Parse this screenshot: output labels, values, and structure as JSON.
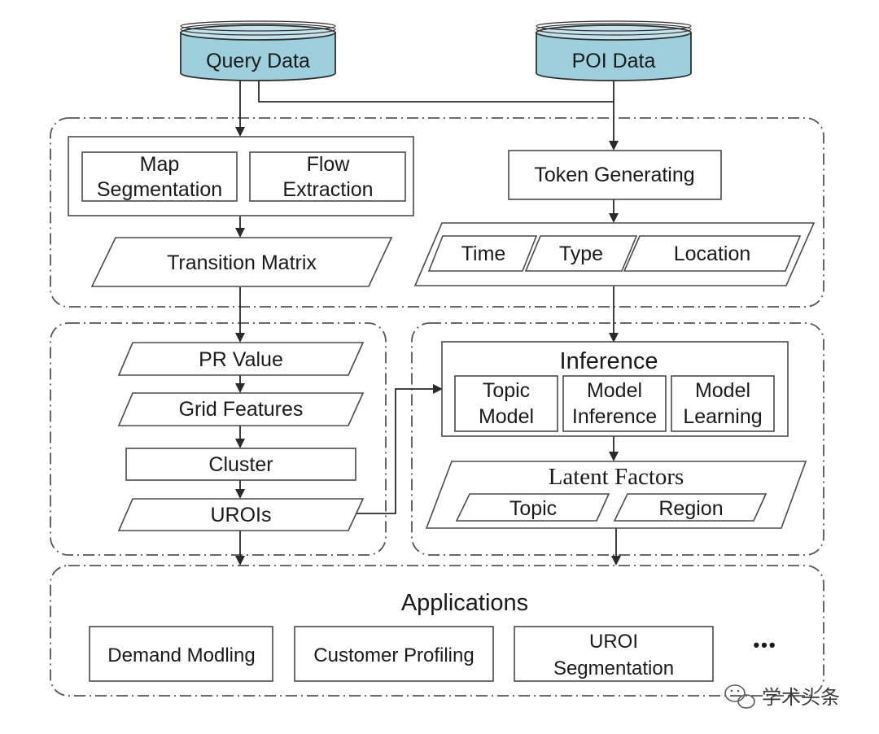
{
  "sources": {
    "query_data": "Query Data",
    "poi_data": "POI Data"
  },
  "top_left": {
    "map_segmentation": [
      "Map",
      "Segmentation"
    ],
    "flow_extraction": [
      "Flow",
      "Extraction"
    ],
    "transition_matrix": "Transition Matrix"
  },
  "top_right": {
    "token_generating": "Token Generating",
    "tokens": [
      "Time",
      "Type",
      "Location"
    ]
  },
  "mid_left": {
    "pr_value": "PR Value",
    "grid_features": "Grid Features",
    "cluster": "Cluster",
    "urois": "UROIs"
  },
  "mid_right": {
    "inference_title": "Inference",
    "topic_model": [
      "Topic",
      "Model"
    ],
    "model_inference": [
      "Model",
      "Inference"
    ],
    "model_learning": [
      "Model",
      "Learning"
    ],
    "latent_factors": "Latent Factors",
    "topic": "Topic",
    "region": "Region"
  },
  "applications": {
    "title": "Applications",
    "demand_modling": "Demand Modling",
    "customer_profiling": "Customer Profiling",
    "uroi_segmentation": [
      "UROI",
      "Segmentation"
    ],
    "more": "•••"
  },
  "watermark": "学术头条",
  "colors": {
    "database_fill": "#9ecfdd",
    "line": "#2a2a2a"
  }
}
